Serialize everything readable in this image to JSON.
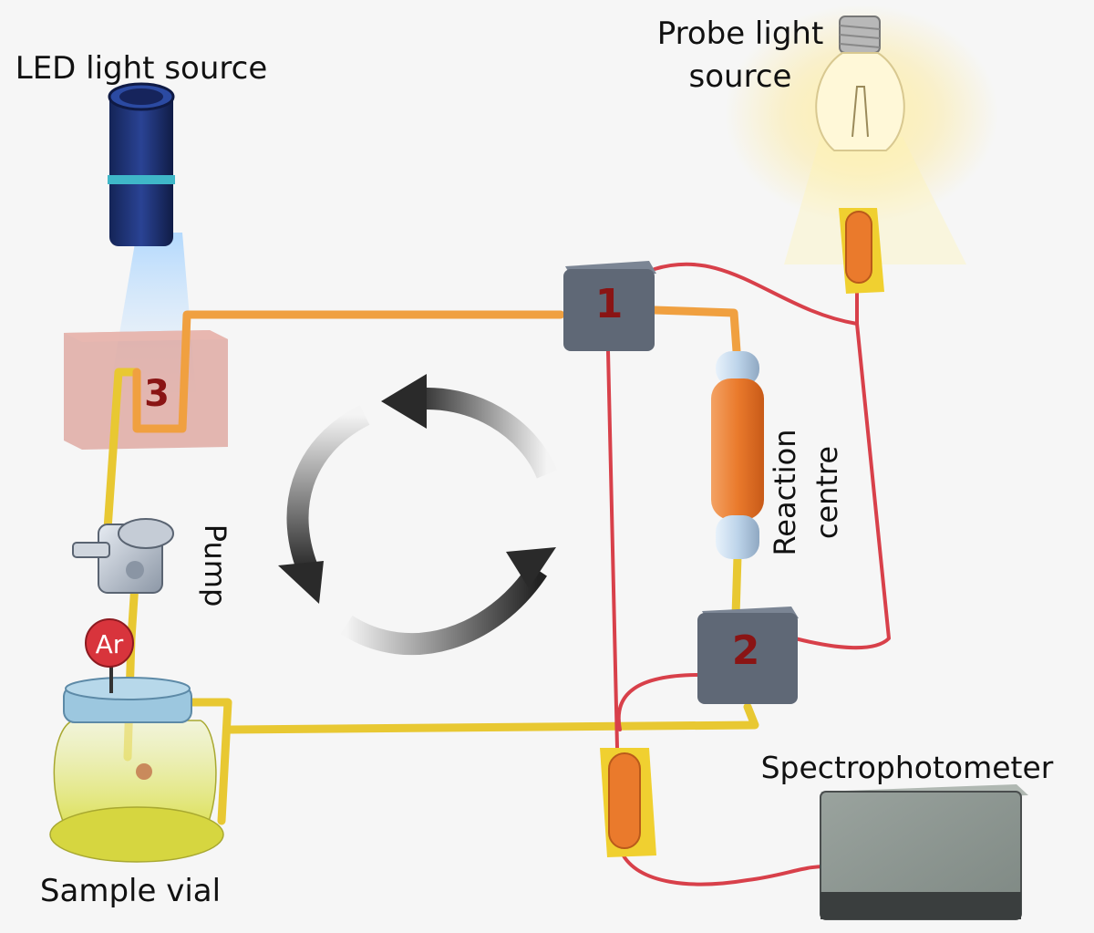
{
  "labels": {
    "led_light_source": "LED light source",
    "probe_light_line1": "Probe light",
    "probe_light_line2": "source",
    "pump": "Pump",
    "reaction_line1": "Reaction",
    "reaction_line2": "centre",
    "spectrophotometer": "Spectrophotometer",
    "sample_vial": "Sample vial",
    "argon": "Ar"
  },
  "markers": {
    "junction_1": "1",
    "junction_2": "2",
    "irradiation_3": "3"
  },
  "colors": {
    "orange_tube": "#f0a040",
    "yellow_tube": "#e8c832",
    "red_fiber": "#d8404a",
    "junction_box": "#5f6876",
    "marker_text": "#8a1414",
    "reactor_orange": "#ea7a2c",
    "led_blue": "#1c2f68",
    "spectro_body": "#4a4e4e"
  }
}
